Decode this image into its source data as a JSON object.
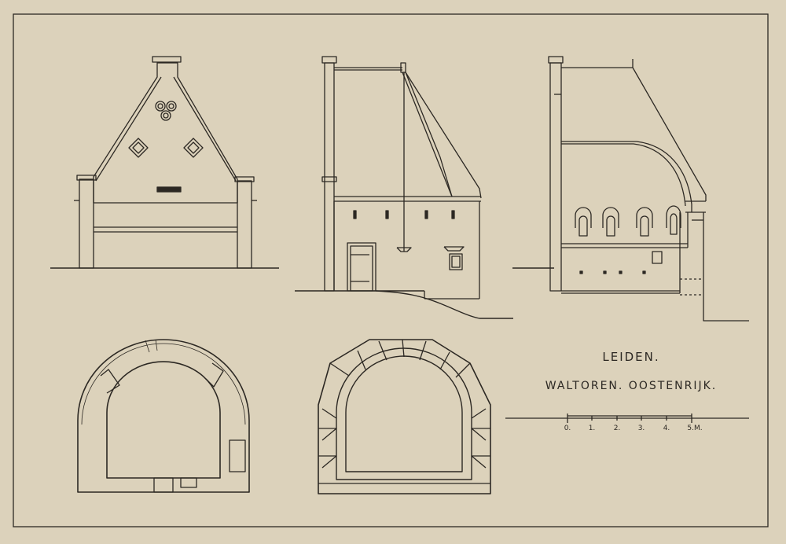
{
  "title_block": {
    "city": "LEIDEN.",
    "subtitle": "WALTOREN. OOSTENRIJK."
  },
  "scale_bar": {
    "ticks": [
      "0.",
      "1.",
      "2.",
      "3.",
      "4.",
      "5.M."
    ]
  },
  "colors": {
    "paper": "#dcd2bb",
    "ink": "#2c2823",
    "hatch": "#3a342c"
  }
}
